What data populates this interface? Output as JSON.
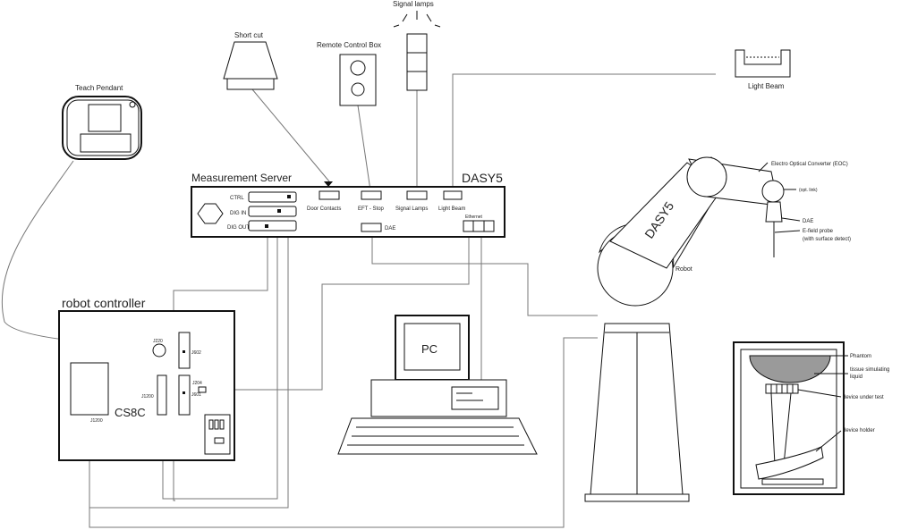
{
  "labels": {
    "signal_lamps": "Signal lamps",
    "short_cut": "Short cut",
    "remote_control_box": "Remote Control Box",
    "light_beam": "Light Beam",
    "teach_pendant": "Teach Pendant",
    "measurement_server": "Measurement Server",
    "dasy5": "DASY5",
    "ctrl": "CTRL",
    "dig_in": "DIG IN",
    "dig_out": "DIG OUT",
    "door_contacts": "Door Contacts",
    "eft_stop": "EFT - Stop",
    "signal_lamps_port": "Signal Lamps",
    "light_beam_port": "Light Beam",
    "ethernet": "Ethernet",
    "dae_port": "DAE",
    "pc": "PC",
    "robot_controller": "robot controller",
    "cs8c": "CS8C",
    "j220": "J220",
    "j602": "J602",
    "j204": "J204",
    "j601": "J601",
    "j1200": "J1200",
    "j1201": "J1200",
    "robot_arm": "DASY5",
    "robot": "Robot",
    "eoc": "Electro Optical Converter (EOC)",
    "opt_link": "(opt. link)",
    "dae": "DAE",
    "probe_line1": "E-field probe",
    "probe_line2": "(with surface detect)",
    "phantom": "Phantom",
    "tissue_line1": "tissue simulating",
    "tissue_line2": "liquid",
    "dut": "device under test",
    "device_holder": "device holder"
  }
}
